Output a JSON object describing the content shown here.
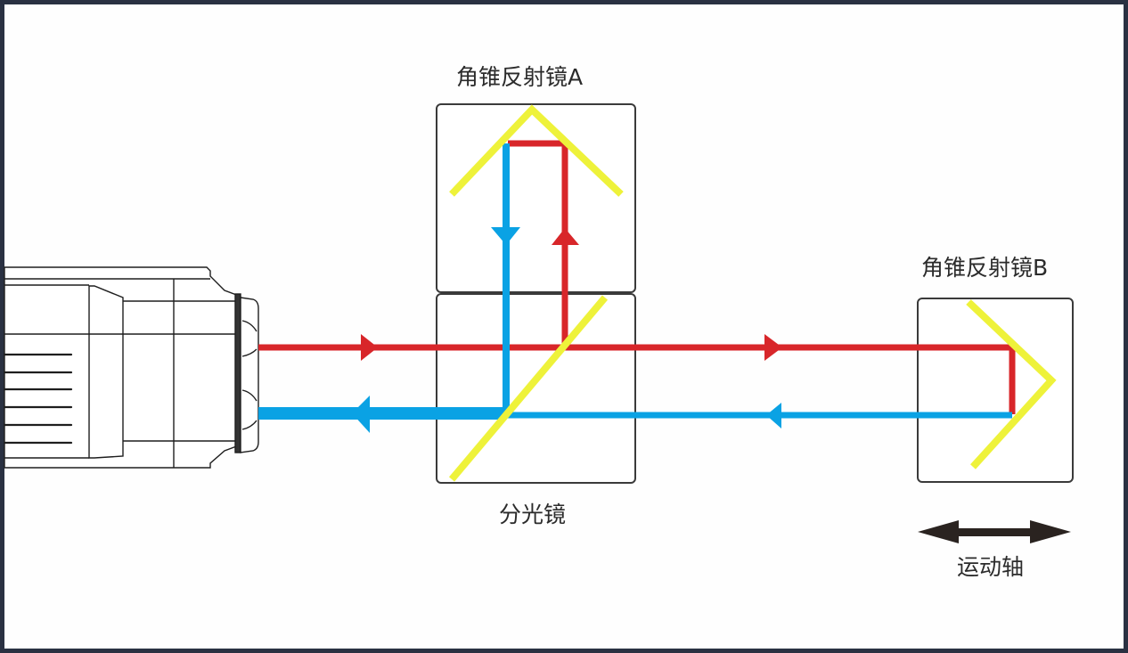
{
  "diagram": {
    "type": "Michelson interferometer schematic",
    "labels": {
      "corner_reflector_a": "角锥反射镜A",
      "corner_reflector_b": "角锥反射镜B",
      "beam_splitter": "分光镜",
      "motion_axis": "运动轴"
    },
    "colors": {
      "outgoing_beam": "#d8262a",
      "return_beam": "#0aa2e4",
      "mirror": "#eef23a",
      "outline": "#333333",
      "frame": "#2a3142",
      "axis_arrow": "#2a2320"
    },
    "components": [
      {
        "id": "laser-head",
        "label": ""
      },
      {
        "id": "corner-reflector-a",
        "label": "角锥反射镜A"
      },
      {
        "id": "beam-splitter",
        "label": "分光镜"
      },
      {
        "id": "corner-reflector-b",
        "label": "角锥反射镜B"
      },
      {
        "id": "motion-axis-arrow",
        "label": "运动轴"
      }
    ]
  }
}
